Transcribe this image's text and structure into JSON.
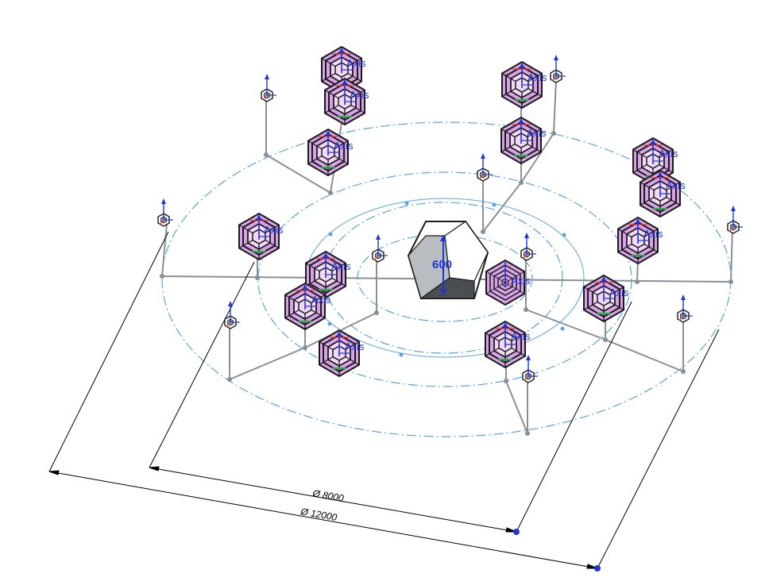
{
  "dimensions": {
    "inner_diameter_label": "Ø 8000",
    "outer_diameter_label": "Ø 12000"
  },
  "center_solid": {
    "label": "600"
  },
  "axis_label": "Axis",
  "colors": {
    "sketch_line": "#8a8f96",
    "construction_circle": "#5aa3e0",
    "triad_blue": "#1f35d6",
    "triad_red": "#d63a3a",
    "triad_green": "#2fa84a",
    "polyhedron_pink": "#d8a3e6",
    "dimension_line": "#000000"
  },
  "icons": [
    "coordinate-triad-icon",
    "dodecahedron-icon"
  ]
}
